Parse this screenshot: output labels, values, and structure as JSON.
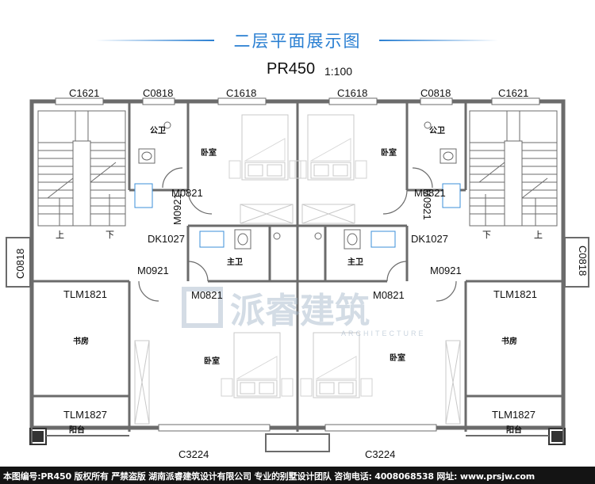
{
  "title": "二层平面展示图",
  "plan_code": "PR450",
  "scale": "1:100",
  "watermark": {
    "cn": "派睿建筑",
    "en": "ARCHITECTURE"
  },
  "colors": {
    "title_blue": "#2a7fd2",
    "wall": "#6b6b6b",
    "fixture_blue": "#3b8fd9",
    "footer_bg": "#141414"
  },
  "windows_top": [
    "C1621",
    "C0818",
    "C1618",
    "C1618",
    "C0818",
    "C1621"
  ],
  "windows_side": {
    "left": "C0818",
    "right": "C0818"
  },
  "windows_bottom": [
    "C3224",
    "C3224"
  ],
  "doors": {
    "m0821_left": "M0821",
    "m0921_left_v": "M0921",
    "dk_left": "DK1027",
    "m0921_left": "M0921",
    "m0821_left_low": "M0821",
    "m0821_right": "M0821",
    "m0921_right_v": "M0921",
    "dk_right": "DK1027",
    "m0921_right": "M0921",
    "m0821_right_low": "M0821"
  },
  "balcony_doors": [
    "TLM1821",
    "TLM1827",
    "TLM1821",
    "TLM1827"
  ],
  "rooms": {
    "wc_left": "公卫",
    "bed_upper_left": "卧室",
    "bed_upper_right": "卧室",
    "wc_right": "公卫",
    "master_bath_left": "主卫",
    "master_bath_right": "主卫",
    "study_left": "书房",
    "study_right": "书房",
    "bed_lower_left": "卧室",
    "bed_lower_right": "卧室",
    "balcony_left": "阳台",
    "balcony_right": "阳台"
  },
  "stairs": {
    "up": "上",
    "down": "下"
  },
  "footer": "本图编号:PR450 版权所有 严禁盗版 湖南派睿建筑设计有限公司 专业的别墅设计团队 咨询电话: 4008068538 网址: www.prsjw.com"
}
